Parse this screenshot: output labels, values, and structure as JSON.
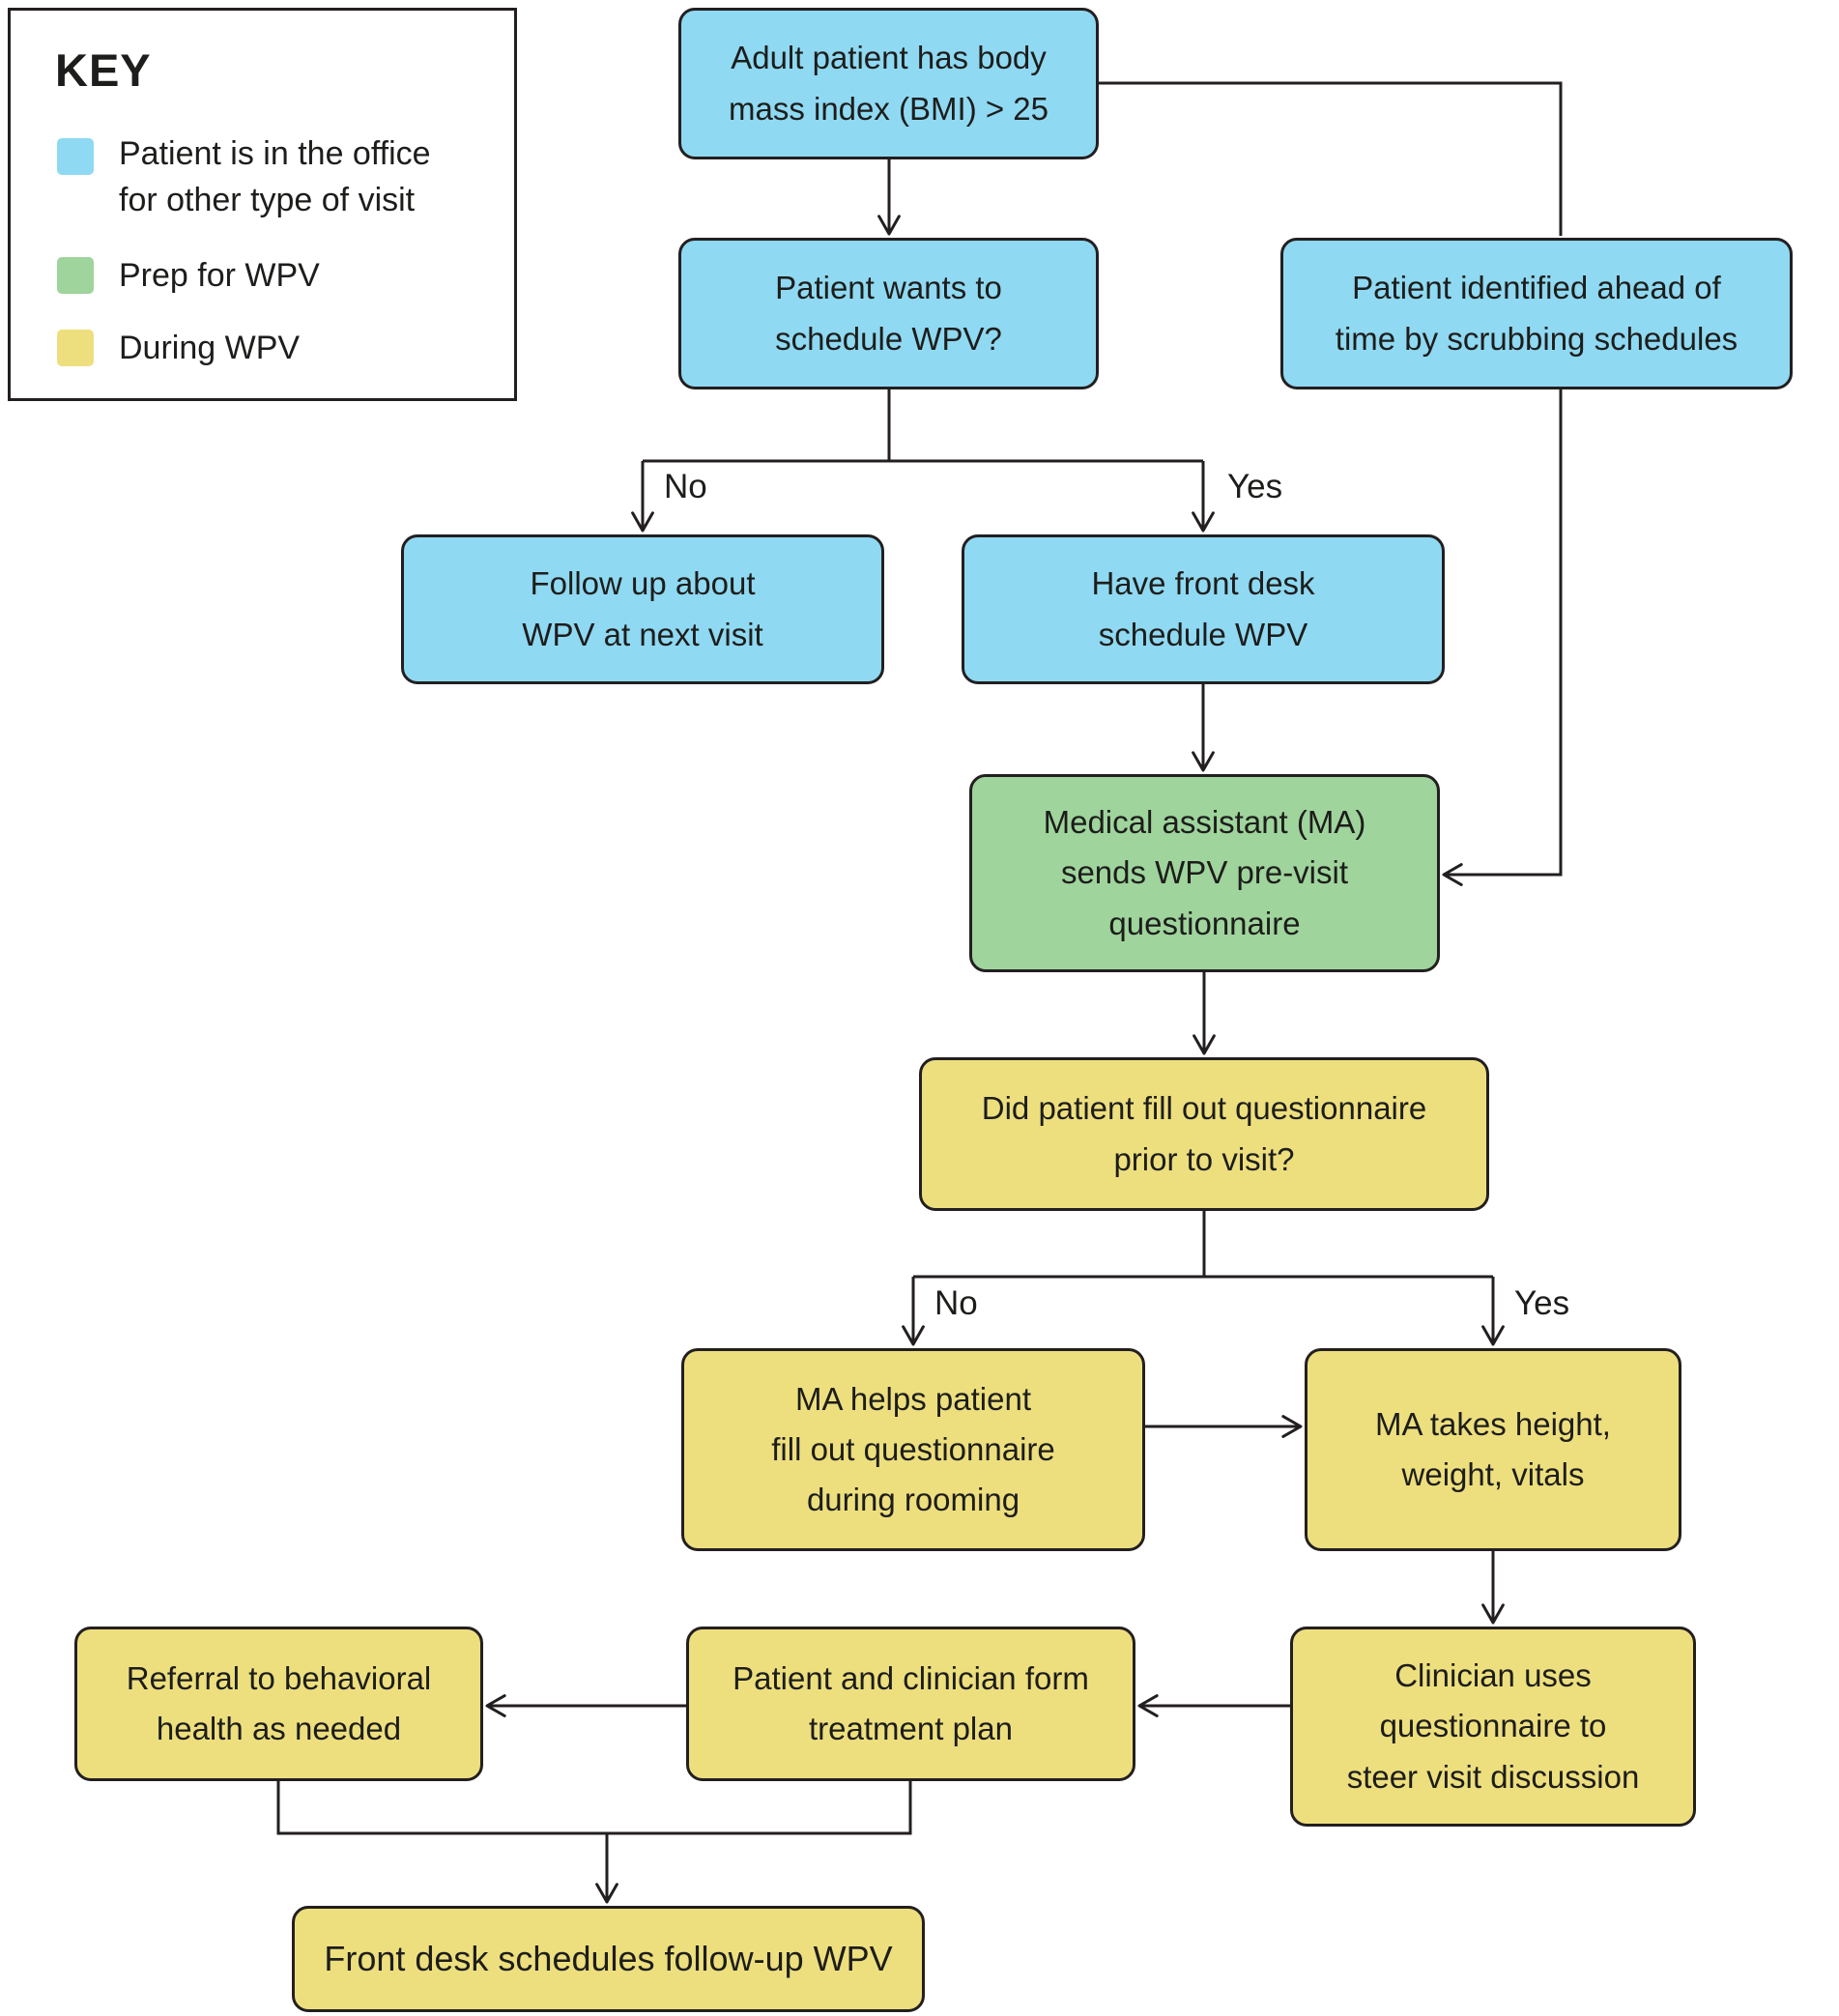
{
  "colors": {
    "office": "#8fd9f2",
    "prep": "#9fd49c",
    "during": "#eddf7e",
    "line": "#231f20",
    "border": "#231f20",
    "text": "#1d1d1b",
    "background": "#ffffff"
  },
  "key": {
    "title": "KEY",
    "items": [
      {
        "label": "Patient is in the office\nfor other type of visit",
        "color_key": "office"
      },
      {
        "label": "Prep for WPV",
        "color_key": "prep"
      },
      {
        "label": "During WPV",
        "color_key": "during"
      }
    ]
  },
  "nodes": {
    "bmi": {
      "label": "Adult patient has body\nmass index (BMI) > 25",
      "category": "office"
    },
    "wants": {
      "label": "Patient wants to\nschedule WPV?",
      "category": "office"
    },
    "identified": {
      "label": "Patient identified ahead of\ntime by scrubbing schedules",
      "category": "office"
    },
    "followup": {
      "label": "Follow up about\nWPV at next visit",
      "category": "office"
    },
    "frontdesk": {
      "label": "Have front desk\nschedule WPV",
      "category": "office"
    },
    "sends": {
      "label": "Medical assistant (MA)\nsends WPV pre-visit\nquestionnaire",
      "category": "prep"
    },
    "filled": {
      "label": "Did patient fill out questionnaire\nprior to visit?",
      "category": "during"
    },
    "helps": {
      "label": "MA helps patient\nfill out questionnaire\nduring rooming",
      "category": "during"
    },
    "takes": {
      "label": "MA takes height,\nweight, vitals",
      "category": "during"
    },
    "clinician": {
      "label": "Clinician uses\nquestionnaire to\nsteer visit discussion",
      "category": "during"
    },
    "plan": {
      "label": "Patient and clinician form\ntreatment plan",
      "category": "during"
    },
    "referral": {
      "label": "Referral to behavioral\nhealth as needed",
      "category": "during"
    },
    "schedule": {
      "label": "Front desk schedules follow-up WPV",
      "category": "during"
    }
  },
  "labels": {
    "no1": "No",
    "yes1": "Yes",
    "no2": "No",
    "yes2": "Yes"
  },
  "edges": [
    {
      "from": "bmi",
      "to": "wants",
      "label": ""
    },
    {
      "from": "bmi",
      "to": "identified",
      "label": ""
    },
    {
      "from": "wants",
      "to": "followup",
      "label": "No"
    },
    {
      "from": "wants",
      "to": "frontdesk",
      "label": "Yes"
    },
    {
      "from": "frontdesk",
      "to": "sends",
      "label": ""
    },
    {
      "from": "identified",
      "to": "sends",
      "label": ""
    },
    {
      "from": "sends",
      "to": "filled",
      "label": ""
    },
    {
      "from": "filled",
      "to": "helps",
      "label": "No"
    },
    {
      "from": "filled",
      "to": "takes",
      "label": "Yes"
    },
    {
      "from": "helps",
      "to": "takes",
      "label": ""
    },
    {
      "from": "takes",
      "to": "clinician",
      "label": ""
    },
    {
      "from": "clinician",
      "to": "plan",
      "label": ""
    },
    {
      "from": "plan",
      "to": "referral",
      "label": ""
    },
    {
      "from": "plan",
      "to": "schedule",
      "label": ""
    },
    {
      "from": "referral",
      "to": "schedule",
      "label": ""
    }
  ]
}
